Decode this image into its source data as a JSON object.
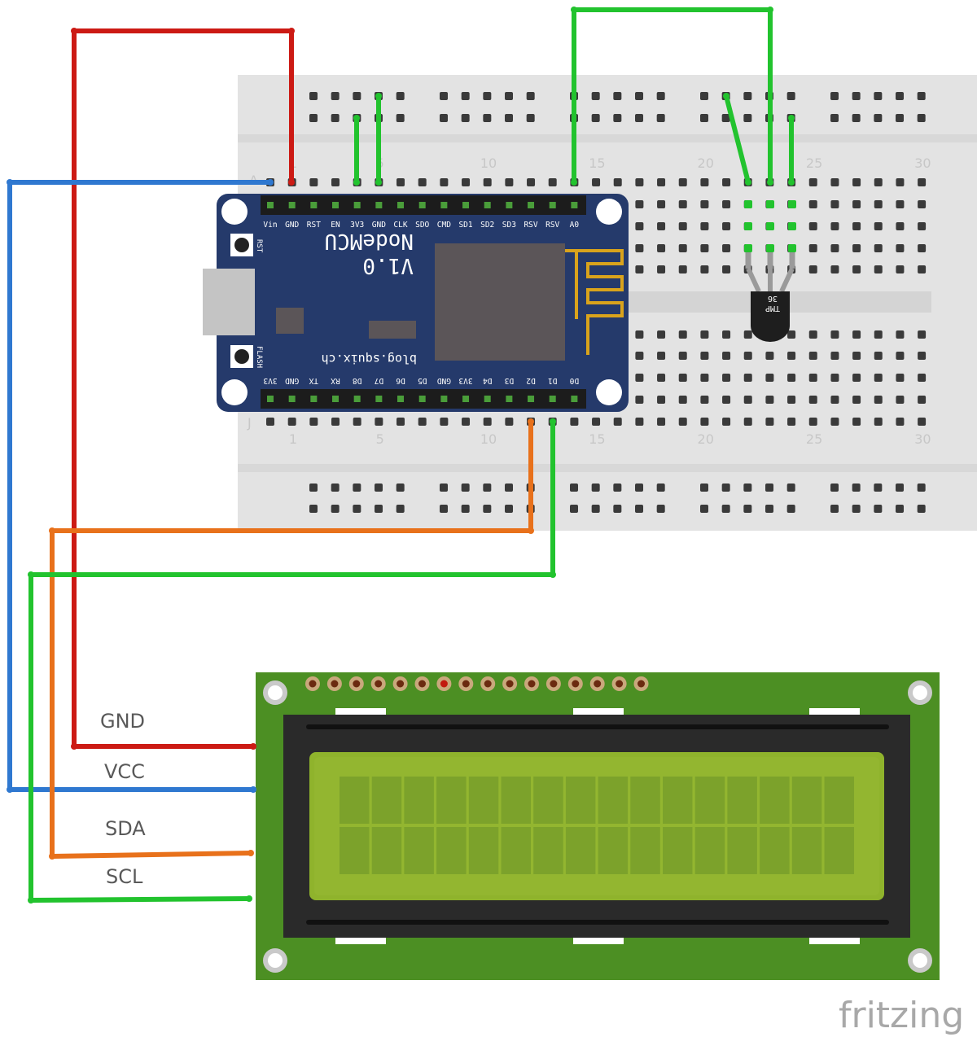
{
  "breadboard": {
    "column_numbers": [
      "1",
      "5",
      "10",
      "15",
      "20",
      "25",
      "30"
    ],
    "row_labels": {
      "top_a": "A",
      "bottom_j": "J"
    }
  },
  "nodemcu": {
    "title": "NodeMCU",
    "version": "V1.0",
    "website": "blog.squix.ch",
    "button_rst": "RST",
    "button_flash": "FLASH",
    "top_pins": [
      "Vin",
      "GND",
      "RST",
      "EN",
      "3V3",
      "GND",
      "CLK",
      "SDO",
      "CMD",
      "SD1",
      "SD2",
      "SD3",
      "RSV",
      "RSV",
      "A0"
    ],
    "bottom_pins": [
      "3V3",
      "GND",
      "TX",
      "RX",
      "D8",
      "D7",
      "D6",
      "D5",
      "GND",
      "3V3",
      "D4",
      "D3",
      "D2",
      "D1",
      "D0"
    ]
  },
  "sensor": {
    "label_line1": "TMP",
    "label_line2": "36"
  },
  "lcd": {
    "connections": [
      "GND",
      "VCC",
      "SDA",
      "SCL"
    ],
    "rows": 2,
    "columns": 16
  },
  "wire_colors": {
    "red": "#cc1a14",
    "blue": "#2f78d0",
    "green": "#22c32e",
    "orange": "#e8711b"
  },
  "brand": "fritzing"
}
